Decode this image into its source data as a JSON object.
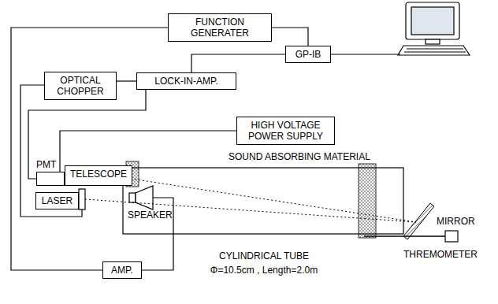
{
  "diagram": {
    "nodes": [
      {
        "text": [
          "FUNCTION GENERATER"
        ]
      },
      {
        "text": [
          "GP-IB"
        ]
      },
      {
        "text": [
          "OPTICAL CHOPPER"
        ]
      },
      {
        "text": [
          "LOCK-IN-AMP."
        ]
      },
      {
        "text": [
          "HIGH VOLTAGE POWER SUPPLY"
        ]
      },
      {
        "text": [
          "PMT"
        ]
      },
      {
        "text": [
          "TELESCOPE"
        ]
      },
      {
        "text": [
          "LASER"
        ]
      },
      {
        "text": [
          "AMP."
        ]
      }
    ],
    "edges": [
      {
        "from": 0,
        "to": 1,
        "arrow": "none"
      },
      {
        "from": 1,
        "to": 3,
        "arrow": "none"
      },
      {
        "from": 2,
        "to": 3,
        "arrow": "none"
      },
      {
        "from": 3,
        "to": 5,
        "arrow": "none"
      },
      {
        "from": 4,
        "to": 5,
        "arrow": "none"
      },
      {
        "from": 0,
        "to": 8,
        "arrow": "none"
      }
    ],
    "labels": [
      "SOUND ABSORBING MATERIAL",
      "SPEAKER",
      "MIRROR",
      "CYLINDRICAL TUBE",
      "THREMOMETER",
      "Φ=10.5cm , Length=2.0m"
    ]
  }
}
